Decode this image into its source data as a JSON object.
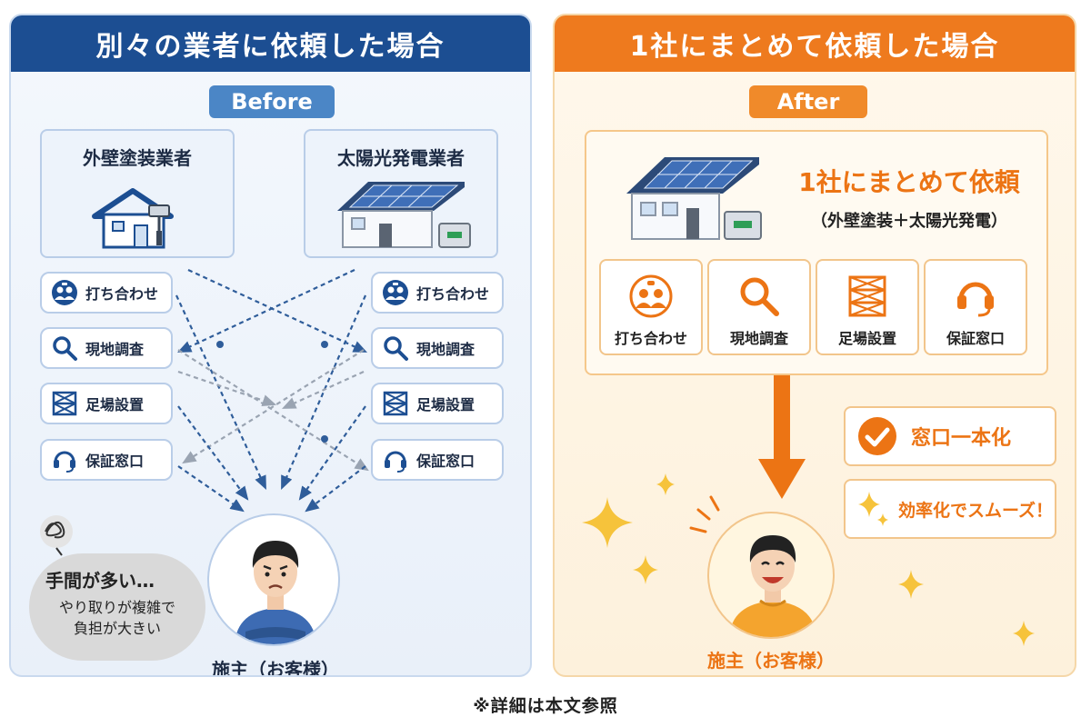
{
  "before": {
    "title": "別々の業者に依頼した場合",
    "tag": "Before",
    "contractors": [
      "外壁塗装業者",
      "太陽光発電業者"
    ],
    "services_left": [
      "打ち合わせ",
      "現地調査",
      "足場設置",
      "保証窓口"
    ],
    "services_right": [
      "打ち合わせ",
      "現地調査",
      "足場設置",
      "保証窓口"
    ],
    "trouble_title": "手間が多い…",
    "trouble_line1": "やり取りが複雑で",
    "trouble_line2": "負担が大きい",
    "owner_label": "施主（お客様）"
  },
  "after": {
    "title": "1社にまとめて依頼した場合",
    "tag": "After",
    "group_title": "1社にまとめて依頼",
    "group_subtitle": "（外壁塗装＋太陽光発電）",
    "services": [
      "打ち合わせ",
      "現地調査",
      "足場設置",
      "保証窓口"
    ],
    "benefits": [
      "窓口一本化",
      "効率化でスムーズ！"
    ],
    "owner_label": "施主（お客様）"
  },
  "footnote": "※詳細は本文参照",
  "colors": {
    "blue_header": "#1c4e92",
    "blue_accent": "#4b86c6",
    "orange_header": "#ee7a1e",
    "orange_accent": "#ec7414",
    "arrow_blue": "#2f5d9a",
    "arrow_gray": "#9aa4b2",
    "sparkle": "#f6c33b"
  },
  "icons": {
    "meeting": "meeting-icon",
    "survey": "magnifier-icon",
    "scaffold": "scaffold-icon",
    "support": "headset-icon",
    "check": "check-icon",
    "sparkle": "sparkle-icon"
  }
}
